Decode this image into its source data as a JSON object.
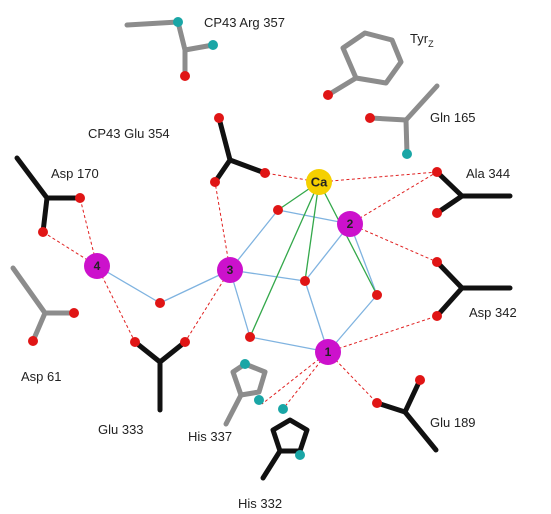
{
  "colors": {
    "oxygen": "#e01515",
    "nitrogen": "#1aa6a6",
    "manganese": "#cc11cc",
    "calcium": "#f5d000",
    "hbond": "#e02020",
    "mn_mn_link": "#7fb3e0",
    "ca_link": "#33a84a"
  },
  "labels": {
    "cp43_arg": "CP43 Arg 357",
    "tyr_main": "Tyr",
    "tyr_sub": "Z",
    "gln165": "Gln 165",
    "cp43_glu": "CP43 Glu 354",
    "asp170": "Asp 170",
    "ala344": "Ala 344",
    "asp342": "Asp 342",
    "asp61": "Asp 61",
    "glu333": "Glu 333",
    "his337": "His 337",
    "glu189": "Glu 189",
    "his332": "His 332"
  },
  "ions": {
    "mn1": "1",
    "mn2": "2",
    "mn3": "3",
    "mn4": "4",
    "ca": "Ca"
  }
}
